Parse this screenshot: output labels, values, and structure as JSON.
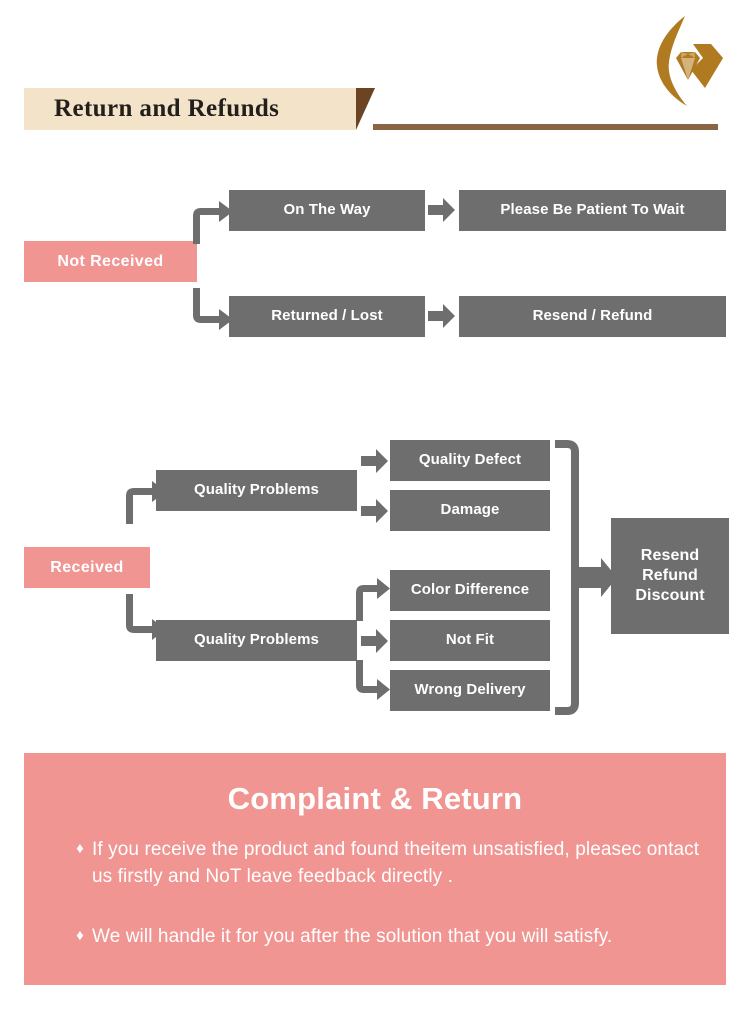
{
  "header": {
    "title": "Return and Refunds",
    "logo_icon": "gem-flame-logo-icon"
  },
  "flow_not_received": {
    "source": {
      "label": "Not Received"
    },
    "branches": [
      {
        "stage": "On The Way",
        "outcome": "Please Be Patient To Wait"
      },
      {
        "stage": "Returned / Lost",
        "outcome": "Resend / Refund"
      }
    ]
  },
  "flow_received": {
    "source": {
      "label": "Received"
    },
    "groups": [
      {
        "category": "Quality Problems",
        "reasons": [
          "Quality Defect",
          "Damage"
        ]
      },
      {
        "category": "Quality Problems",
        "reasons": [
          "Color Difference",
          "Not Fit",
          "Wrong Delivery"
        ]
      }
    ],
    "resolution": {
      "line1": "Resend",
      "line2": "Refund",
      "line3": "Discount"
    }
  },
  "complaint": {
    "title": "Complaint & Return",
    "bullet_marker": "♦",
    "bullets": [
      "If you receive the product and found theitem unsatisfied, pleasec ontact us firstly and NoT leave feedback directly .",
      "We will handle it for you after the solution that you will satisfy."
    ]
  },
  "colors": {
    "gray_box": "#6e6e6e",
    "pink": "#f09592",
    "banner_plate": "#f3e3c9",
    "banner_tail": "#6b4423",
    "banner_rule": "#8a6543",
    "logo_gold": "#b07a20",
    "text_dark": "#231f1c"
  }
}
